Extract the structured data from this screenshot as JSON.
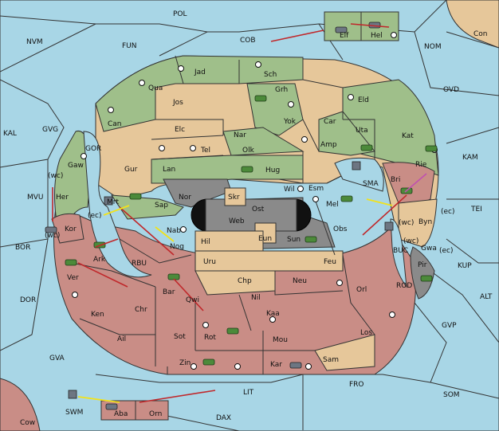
{
  "map_title": "",
  "colors": {
    "sea": "#a8d6e6",
    "green": "#9fbf8a",
    "tan": "#e6c79a",
    "red": "#c98d86",
    "gray": "#8a8a8a",
    "arrow_red": "#c0282b",
    "arrow_yellow": "#f2e21a",
    "arrow_magenta": "#c050b0"
  },
  "labels": {
    "pol": "POL",
    "nvm": "NVM",
    "fun": "FUN",
    "cob": "COB",
    "nom": "NOM",
    "con": "Con",
    "ovd": "OVD",
    "kam": "KAM",
    "kal": "KAL",
    "gvg": "GVG",
    "gor": "GOR",
    "mvu": "MVU",
    "bor": "BOR",
    "dor": "DOR",
    "gva": "GVA",
    "tei": "TEI",
    "kup": "KUP",
    "alt": "ALT",
    "gvp": "GVP",
    "som": "SOM",
    "fro": "FRO",
    "lit": "LIT",
    "dax": "DAX",
    "cow": "Cow",
    "swm": "SWM",
    "rbu": "RBU",
    "rod": "ROD",
    "buc": "BUC",
    "sma": "SMA",
    "elf": "Elf",
    "hel": "Hel",
    "aba": "Aba",
    "orn": "Orn",
    "jad": "Jad",
    "sch": "Sch",
    "qua": "Qua",
    "grh": "Grh",
    "jos": "Jos",
    "eld": "Eld",
    "can": "Can",
    "yok": "Yok",
    "car": "Car",
    "elc": "Elc",
    "nar": "Nar",
    "uta": "Uta",
    "kat": "Kat",
    "tel": "Tel",
    "olk": "Olk",
    "amp": "Amp",
    "gur": "Gur",
    "lan": "Lan",
    "hug": "Hug",
    "rie": "Rie",
    "gaw": "Gaw",
    "her": "Her",
    "kor": "Kor",
    "bri": "Bri",
    "nor": "Nor",
    "sap": "Sap",
    "wil": "Wil",
    "esm": "Esm",
    "mel": "Mel",
    "skr": "Skr",
    "ost": "Ost",
    "web": "Web",
    "byn": "Byn",
    "mrt": "Mrt",
    "nab": "Nab",
    "eun": "Eun",
    "sun": "Sun",
    "obs": "Obs",
    "gwa": "Gwa",
    "hil": "Hil",
    "nog": "Nog",
    "ark": "Ark",
    "uru": "Uru",
    "feu": "Feu",
    "pir": "Pir",
    "ver": "Ver",
    "chp": "Chp",
    "neu": "Neu",
    "orl": "Orl",
    "bar": "Bar",
    "qwi": "Qwi",
    "nil": "Nil",
    "ken": "Ken",
    "chr": "Chr",
    "kaa": "Kaa",
    "los": "Los",
    "ail": "Ail",
    "sot": "Sot",
    "rot": "Rot",
    "mou": "Mou",
    "zin": "Zin",
    "kar": "Kar",
    "sam": "Sam",
    "wc1": "(wc)",
    "wc2": "(wc)",
    "ec1": "(ec)",
    "wc3": "(wc)",
    "ec2": "(ec)",
    "wc4": "(wc)",
    "ec3": "(ec)"
  }
}
